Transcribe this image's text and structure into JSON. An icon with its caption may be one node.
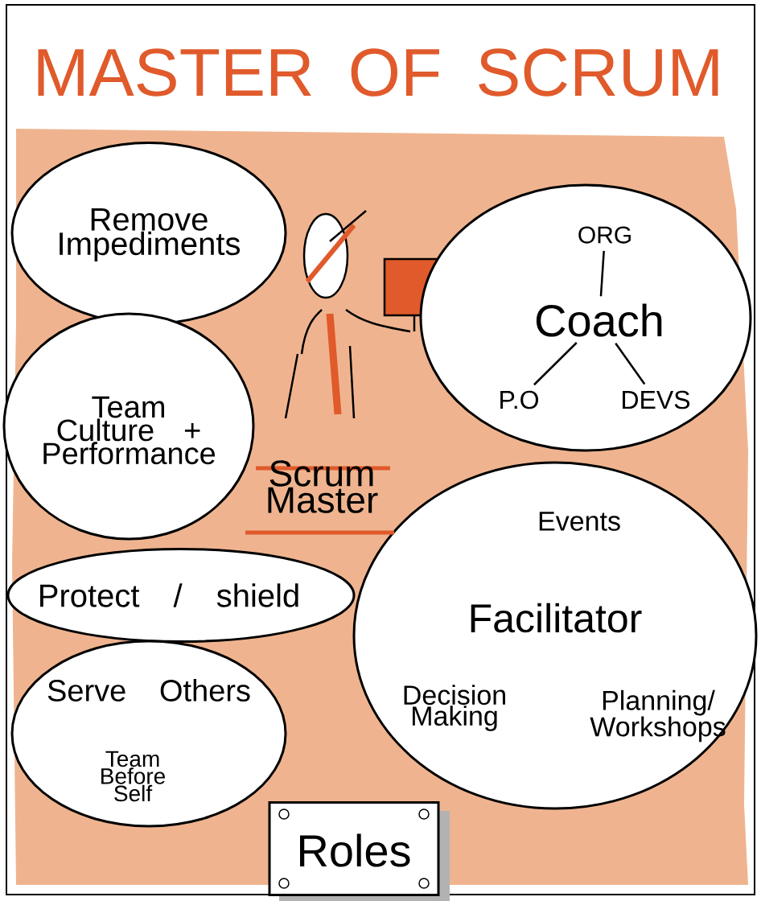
{
  "diagram": {
    "title": "MASTER OF SCRUM",
    "nodes": [
      {
        "text": [
          "Remove Impediments"
        ]
      },
      {
        "text": [],
        "shape": "circle"
      },
      {
        "text": [
          "ORG"
        ],
        "in": 1
      },
      {
        "text": [
          "Coach"
        ],
        "in": 1
      },
      {
        "text": [
          "P.O"
        ],
        "in": 1
      },
      {
        "text": [
          "DEVS"
        ],
        "in": 1
      },
      {
        "text": [
          "Team Culture + Performance"
        ]
      },
      {
        "text": [
          "Events",
          "Facilitator",
          "Decision Making",
          "Planning/ Workshops"
        ]
      },
      {
        "text": [
          "Protect / shield"
        ]
      },
      {
        "text": [
          "Serve Others",
          "Team Before Self"
        ]
      },
      {
        "text": [
          "Roles"
        ]
      }
    ],
    "edges": [
      {
        "from": 2,
        "to": 3,
        "arrow": "none"
      },
      {
        "from": 3,
        "to": 4,
        "arrow": "none"
      },
      {
        "from": 3,
        "to": 5,
        "arrow": "none"
      }
    ],
    "labels": [
      "Scrum Master"
    ]
  }
}
